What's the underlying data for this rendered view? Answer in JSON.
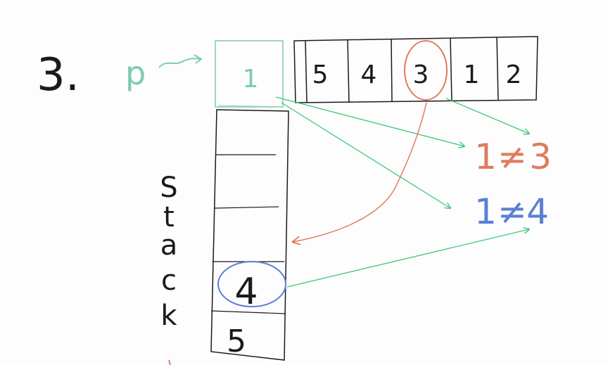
{
  "problem_number": "3.",
  "pointer_label": "p",
  "pointer_value": "1",
  "array": [
    "5",
    "4",
    "3",
    "1",
    "2"
  ],
  "stack_label": [
    "S",
    "t",
    "a",
    "c",
    "k"
  ],
  "stack_values": [
    "4",
    "5"
  ],
  "comparisons": [
    {
      "left": "1",
      "op": "≠",
      "right": "3",
      "color": "#e07a5f"
    },
    {
      "left": "1",
      "op": "≠",
      "right": "4",
      "color": "#5b7fd6"
    }
  ],
  "colors": {
    "ink": "#1a1a1a",
    "pointer": "#7fc9b4",
    "arrow_green": "#3cc87a",
    "orange": "#e07a5f",
    "blue": "#5b7fd6"
  }
}
